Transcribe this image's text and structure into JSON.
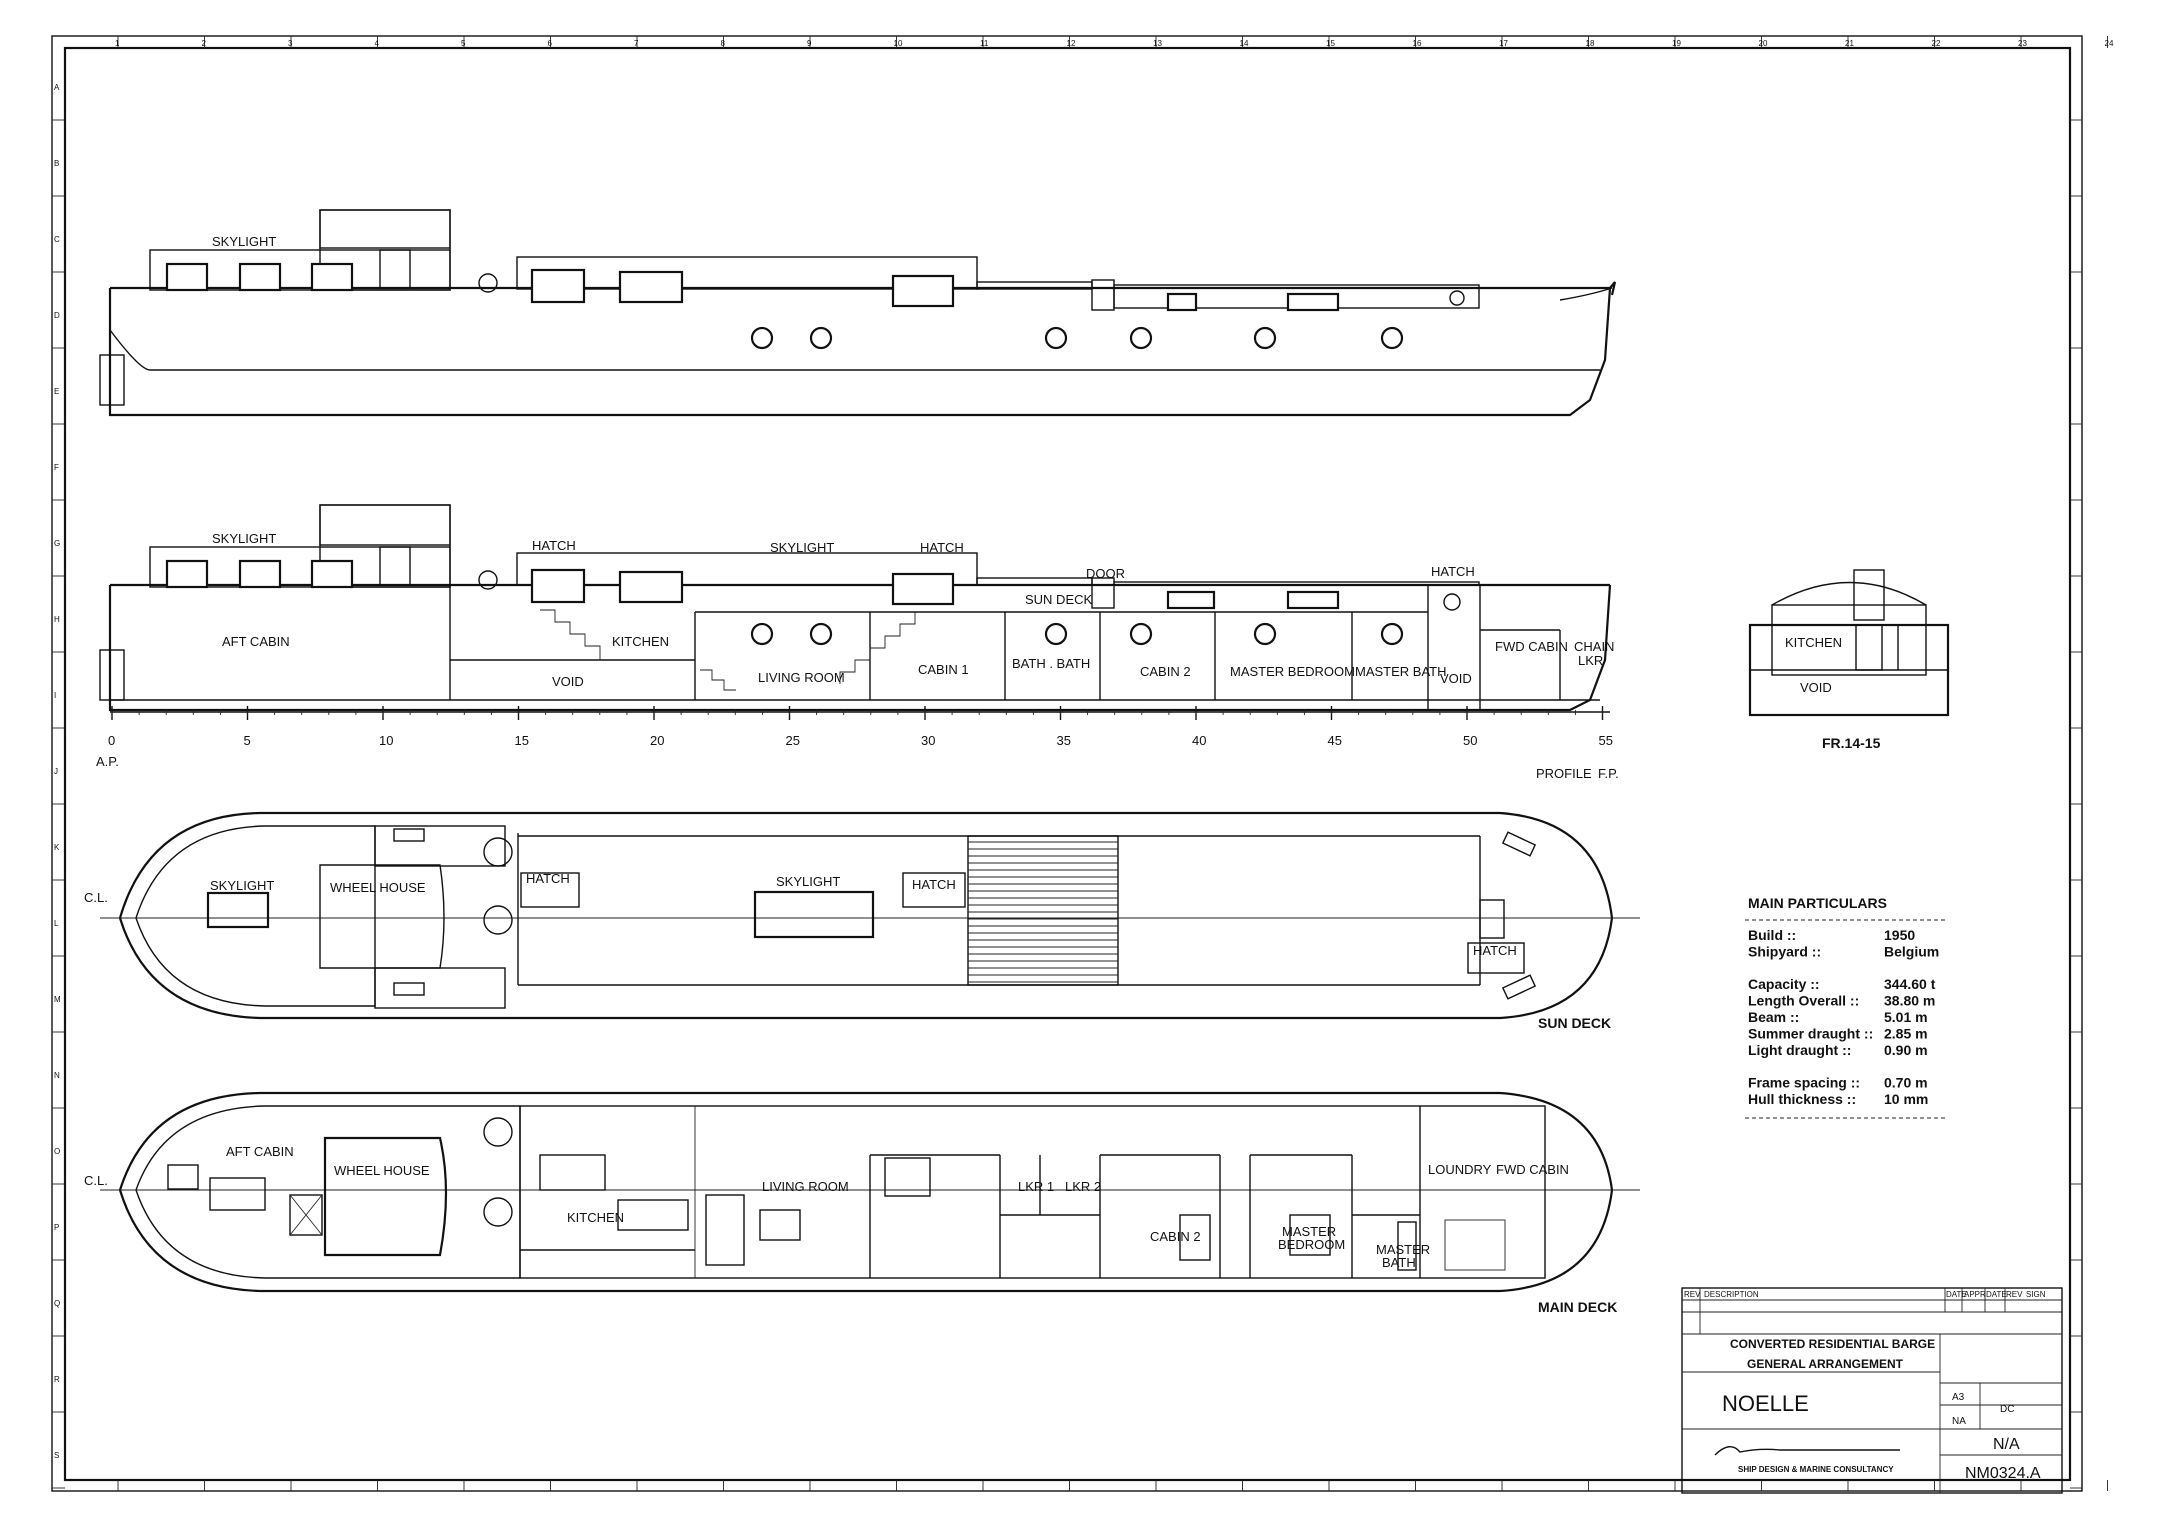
{
  "profile_top": {
    "skylight": "SKYLIGHT"
  },
  "profile": {
    "labels": {
      "skylight_aft": "SKYLIGHT",
      "hatch_1": "HATCH",
      "skylight_mid": "SKYLIGHT",
      "hatch_2": "HATCH",
      "door": "DOOR",
      "sun_deck": "SUN DECK",
      "hatch_fwd": "HATCH",
      "aft_cabin": "AFT CABIN",
      "kitchen": "KITCHEN",
      "void_1": "VOID",
      "living_room": "LIVING ROOM",
      "cabin_1": "CABIN 1",
      "bath": "BATH . BATH",
      "cabin_2": "CABIN 2",
      "master_bedroom": "MASTER BEDROOM",
      "master_bath": "MASTER BATH",
      "void_2": "VOID",
      "fwd_cabin": "FWD CABIN",
      "chain": "CHAIN",
      "lkr": "LKR"
    },
    "scale": [
      "0",
      "5",
      "10",
      "15",
      "20",
      "25",
      "30",
      "35",
      "40",
      "45",
      "50",
      "55"
    ],
    "ap": "A.P.",
    "fp": "F.P.",
    "title": "PROFILE"
  },
  "section": {
    "kitchen": "KITCHEN",
    "void": "VOID",
    "title": "FR.14-15"
  },
  "sun_deck": {
    "cl": "C.L.",
    "skylight_aft": "SKYLIGHT",
    "wheel_house": "WHEEL HOUSE",
    "hatch_1": "HATCH",
    "skylight_mid": "SKYLIGHT",
    "hatch_2": "HATCH",
    "hatch_fwd": "HATCH",
    "title": "SUN DECK"
  },
  "main_deck": {
    "cl": "C.L.",
    "aft_cabin": "AFT CABIN",
    "wheel_house": "WHEEL HOUSE",
    "kitchen": "KITCHEN",
    "living_room": "LIVING ROOM",
    "lkr1": "LKR 1",
    "lkr2": "LKR 2",
    "cabin_2": "CABIN 2",
    "master": "MASTER",
    "bedroom": "BEDROOM",
    "master_bath_1": "MASTER",
    "master_bath_2": "BATH",
    "laundry": "LOUNDRY",
    "fwd_cabin": "FWD CABIN",
    "title": "MAIN DECK"
  },
  "particulars": {
    "title": "MAIN PARTICULARS",
    "rows_1": [
      {
        "k": "Build ::",
        "v": "1950"
      },
      {
        "k": "Shipyard ::",
        "v": "Belgium"
      }
    ],
    "rows_2": [
      {
        "k": "Capacity ::",
        "v": "344.60 t"
      },
      {
        "k": "Length Overall ::",
        "v": "38.80 m"
      },
      {
        "k": "Beam ::",
        "v": "5.01 m"
      },
      {
        "k": "Summer draught ::",
        "v": "2.85 m"
      },
      {
        "k": "Light draught ::",
        "v": "0.90 m"
      }
    ],
    "rows_3": [
      {
        "k": "Frame spacing ::",
        "v": "0.70 m"
      },
      {
        "k": "Hull thickness ::",
        "v": "10 mm"
      }
    ]
  },
  "title_block": {
    "rev": "REV",
    "description": "DESCRIPTION",
    "date": "DATE",
    "appr": "APPR",
    "date2": "DATE",
    "rev2": "REV",
    "sign": "SIGN",
    "line1": "CONVERTED RESIDENTIAL BARGE",
    "line2": "GENERAL ARRANGEMENT",
    "project": "NOELLE",
    "size": "A3",
    "scale": "NA",
    "dc": "DC",
    "na": "N/A",
    "drawing_no": "NM0324.A",
    "company": "SHIP DESIGN & MARINE CONSULTANCY"
  },
  "grid": {
    "top": [
      "1",
      "2",
      "3",
      "4",
      "5",
      "6",
      "7",
      "8",
      "9",
      "10",
      "11",
      "12",
      "13",
      "14",
      "15",
      "16",
      "17",
      "18",
      "19",
      "20",
      "21",
      "22",
      "23",
      "24"
    ],
    "side": [
      "A",
      "B",
      "C",
      "D",
      "E",
      "F",
      "G",
      "H",
      "I",
      "J",
      "K",
      "L",
      "M",
      "N",
      "O",
      "P",
      "Q",
      "R",
      "S"
    ]
  }
}
